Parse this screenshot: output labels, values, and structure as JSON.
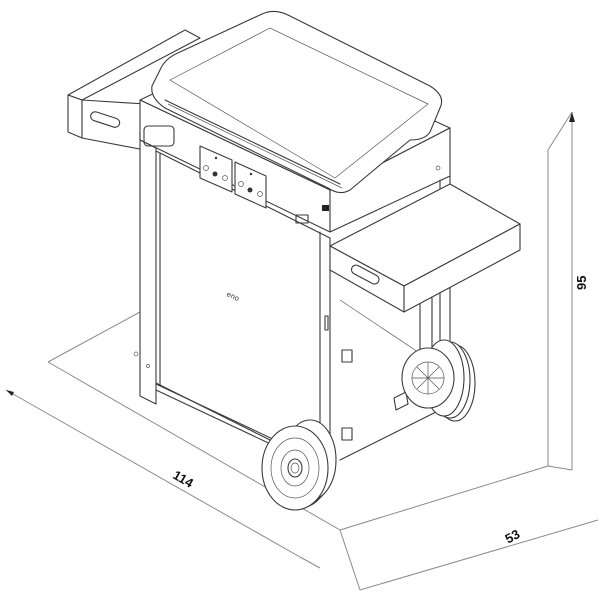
{
  "figure": {
    "subject": "Plancha griddle cart, isometric line drawing",
    "line_color": "#3a3a3a",
    "dimension_color": "#8a8a8a",
    "background": "#ffffff"
  },
  "dimensions": {
    "width": {
      "value": "114",
      "axis": "length (front-left diagonal)"
    },
    "depth": {
      "value": "53",
      "axis": "depth (front-right diagonal)"
    },
    "height": {
      "value": "95",
      "axis": "vertical"
    }
  },
  "parts": {
    "griddle_plate": "griddle-plate",
    "control_panels": [
      "control-panel-left",
      "control-panel-right"
    ],
    "logo": "eno",
    "side_shelves": [
      "side-shelf-left",
      "side-shelf-right"
    ],
    "wheels": [
      "wheel-front",
      "wheel-rear"
    ]
  }
}
